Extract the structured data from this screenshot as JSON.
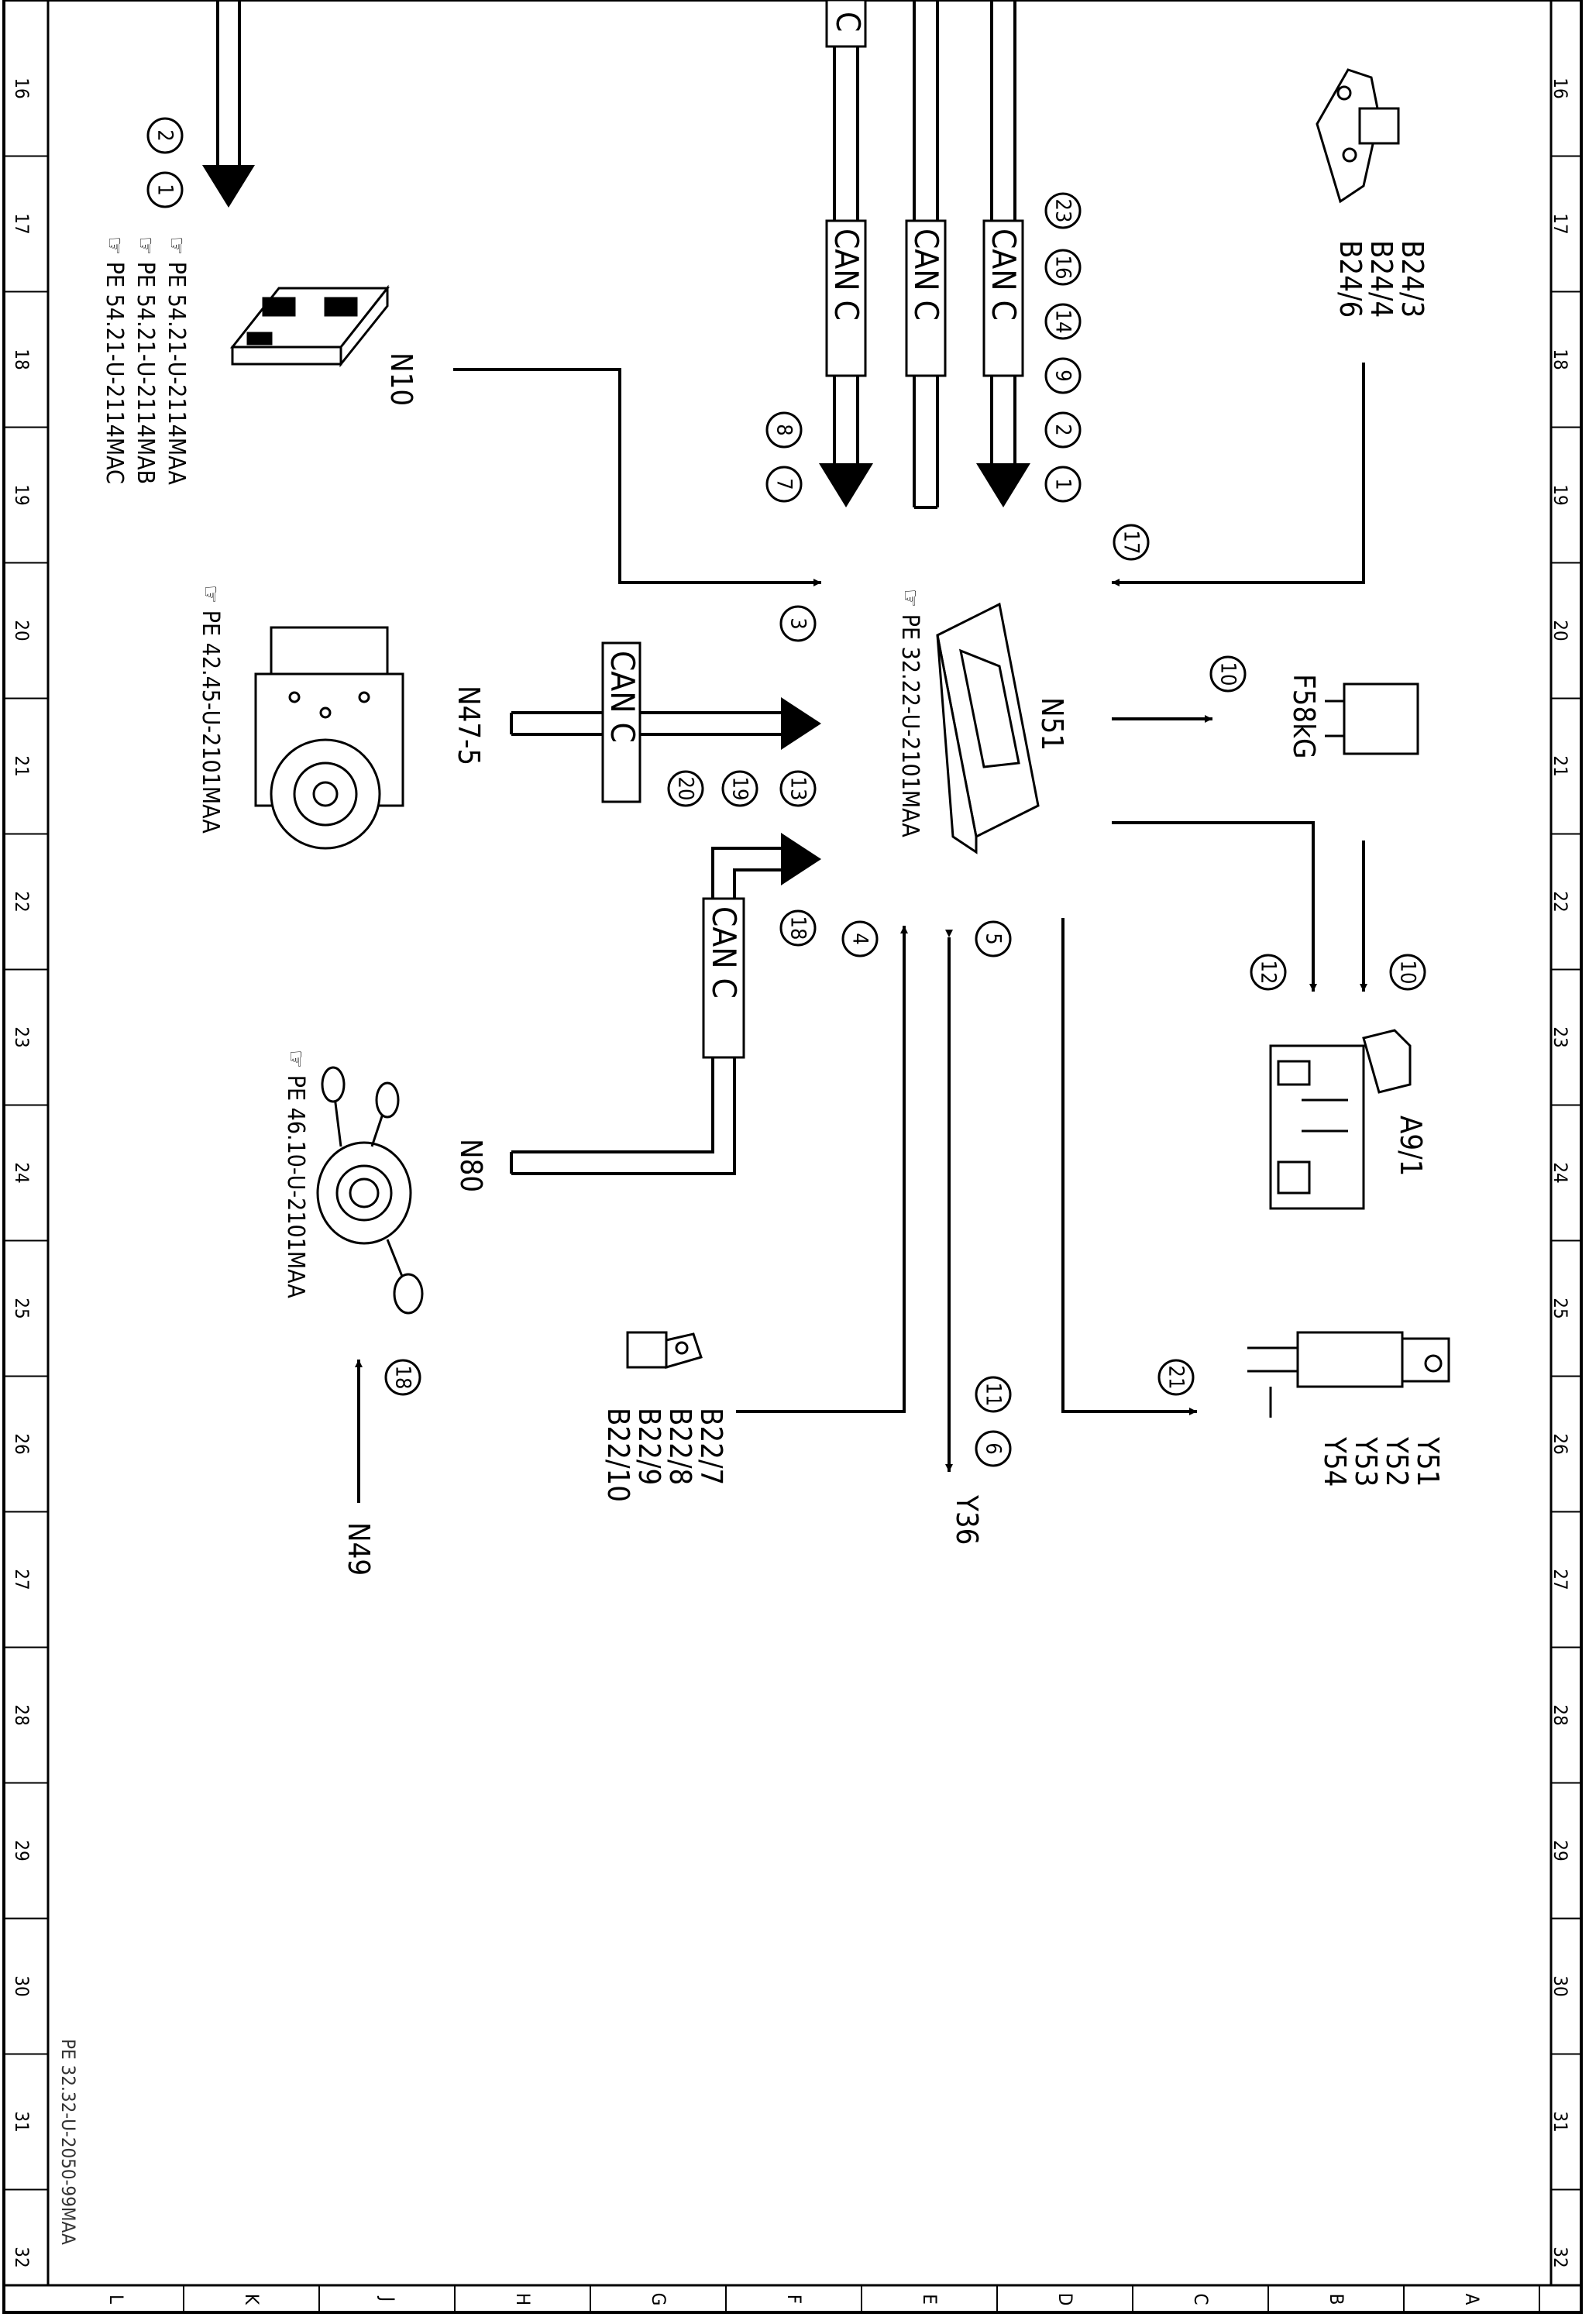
{
  "frame": {
    "row_numbers": [
      "16",
      "17",
      "18",
      "19",
      "20",
      "21",
      "22",
      "23",
      "24",
      "25",
      "26",
      "27",
      "28",
      "29",
      "30",
      "31",
      "32"
    ],
    "column_letters": [
      "L",
      "K",
      "J",
      "H",
      "G",
      "F",
      "E",
      "D",
      "C",
      "B",
      "A"
    ],
    "drawing_number": "PE 32.32-U-2050-99MAA"
  },
  "components": {
    "n10": {
      "label": "N10",
      "refs": [
        "PE 54.21-U-2114MAA",
        "PE 54.21-U-2114MAB",
        "PE 54.21-U-2114MAC"
      ]
    },
    "n47": {
      "label": "N47-5",
      "ref": "PE 42.45-U-2101MAA"
    },
    "n80": {
      "label": "N80",
      "ref": "PE 46.10-U-2101MAA"
    },
    "n49": {
      "label": "N49"
    },
    "n51": {
      "label": "N51",
      "ref": "PE 32.22-U-2101MAA"
    },
    "b24": {
      "labels": [
        "B24/3",
        "B24/4",
        "B24/6"
      ]
    },
    "b22": {
      "labels": [
        "B22/7",
        "B22/8",
        "B22/9",
        "B22/10"
      ]
    },
    "f58": {
      "label": "F58kG"
    },
    "a9": {
      "label": "A9/1"
    },
    "y36": {
      "label": "Y36"
    },
    "y5x": {
      "labels": [
        "Y51",
        "Y52",
        "Y53",
        "Y54"
      ]
    }
  },
  "bus": {
    "label": "CAN C",
    "top_fragment": "C"
  },
  "circles": {
    "top_left": [
      "2",
      "1"
    ],
    "bus_a": [
      "8",
      "7"
    ],
    "bus_c": [
      "23",
      "16",
      "14",
      "9",
      "2",
      "1"
    ],
    "b24": "17",
    "n10": "3",
    "n47": [
      "13",
      "19",
      "20"
    ],
    "n80": "18",
    "n49": "18",
    "b22": "4",
    "y36_top": "5",
    "y36_bottom": [
      "11",
      "6"
    ],
    "f58": "10",
    "a9": [
      "12",
      "10"
    ],
    "y5x": "21"
  }
}
